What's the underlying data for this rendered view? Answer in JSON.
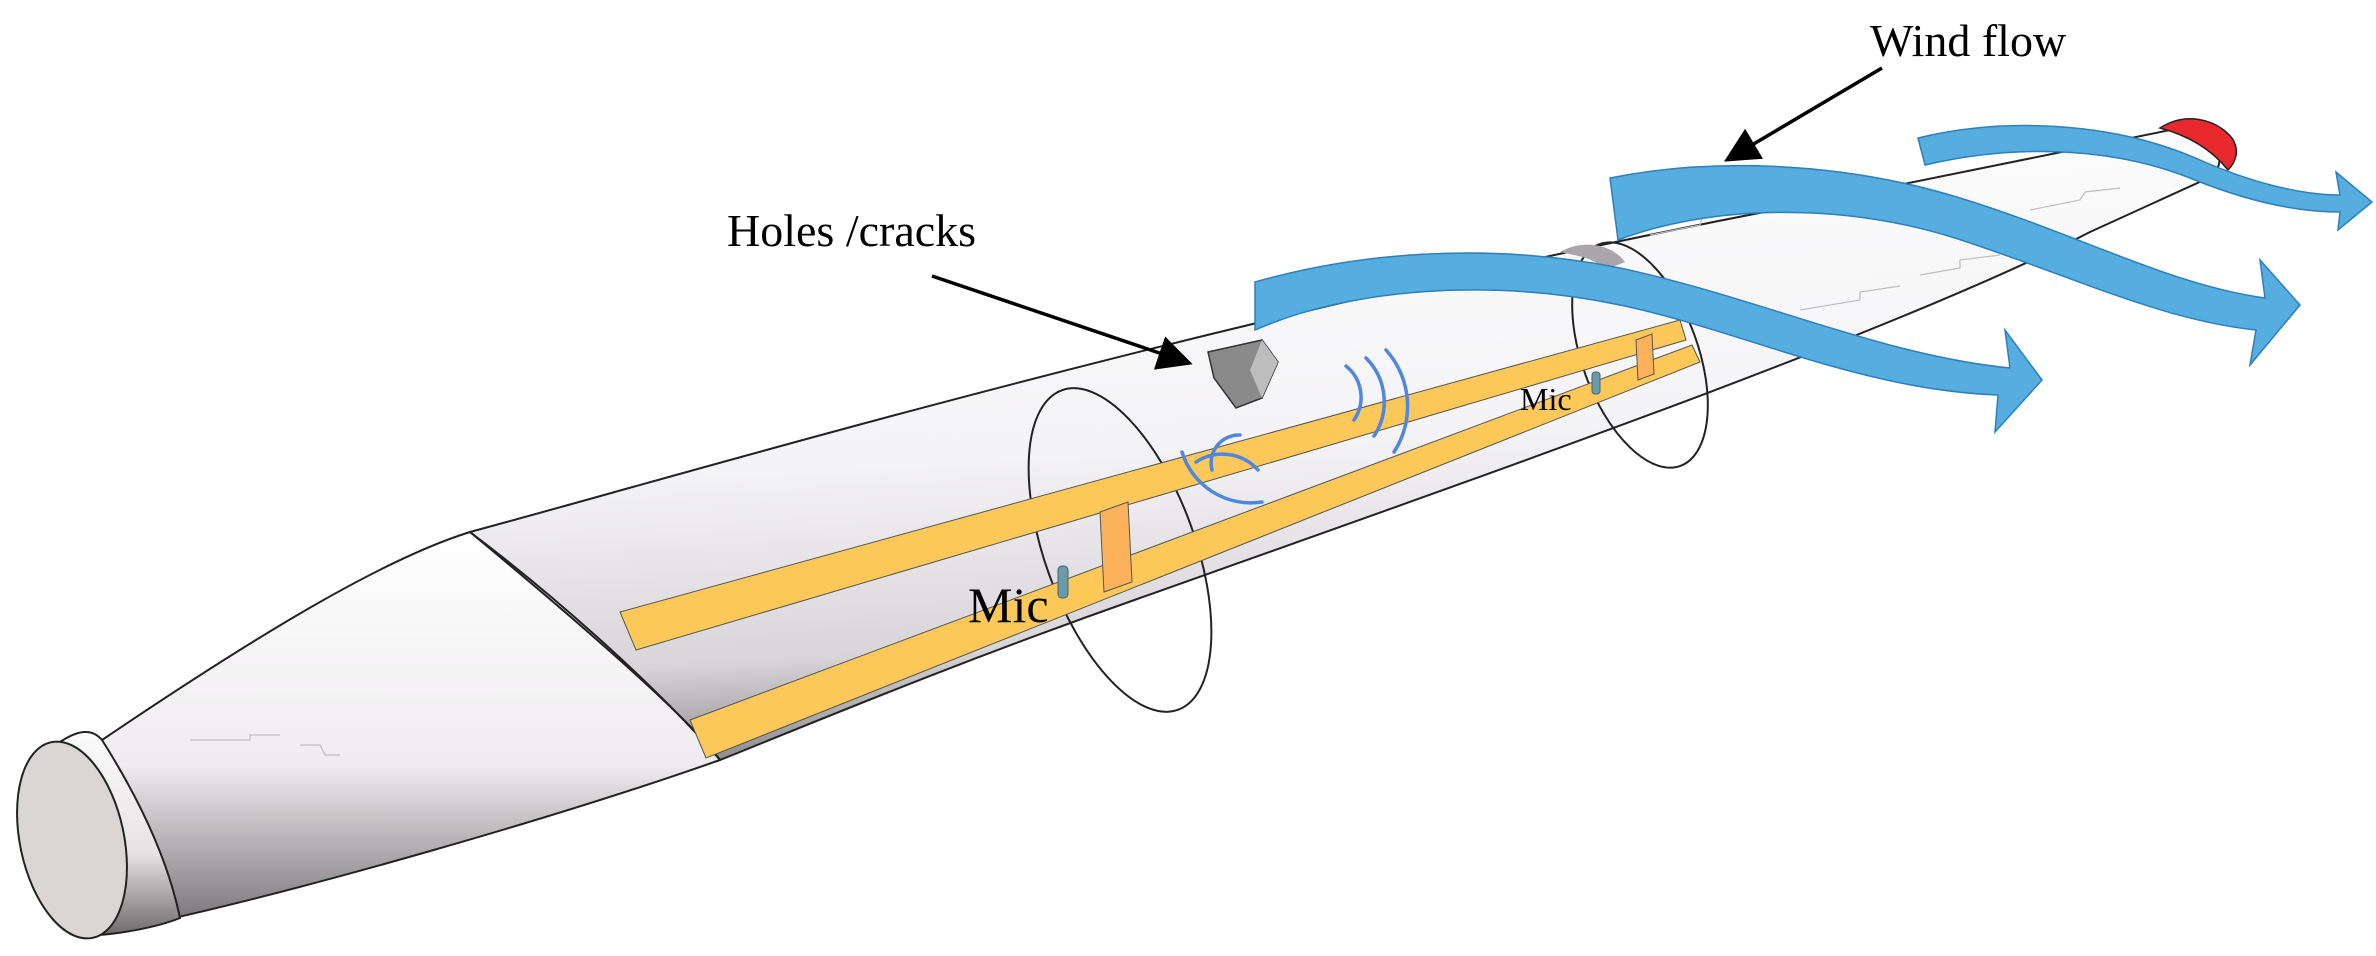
{
  "labels": {
    "wind_flow": "Wind flow",
    "holes_cracks": "Holes /cracks",
    "mic_primary": "Mic",
    "mic_secondary": "Mic"
  },
  "colors": {
    "blade_body": "#f3f2f4",
    "blade_edge": "#222222",
    "spar_cap": "#fcc85a",
    "shear_web": "#fbb25a",
    "wind_arrow": "#55ade0",
    "wind_arrow_edge": "#2f7fb8",
    "sound_wave": "#4f86e0",
    "tip": "#e8282c",
    "root_face": "#d9d6d5",
    "defect": "#8a8a8a",
    "microphone": "#6d9aa8"
  }
}
